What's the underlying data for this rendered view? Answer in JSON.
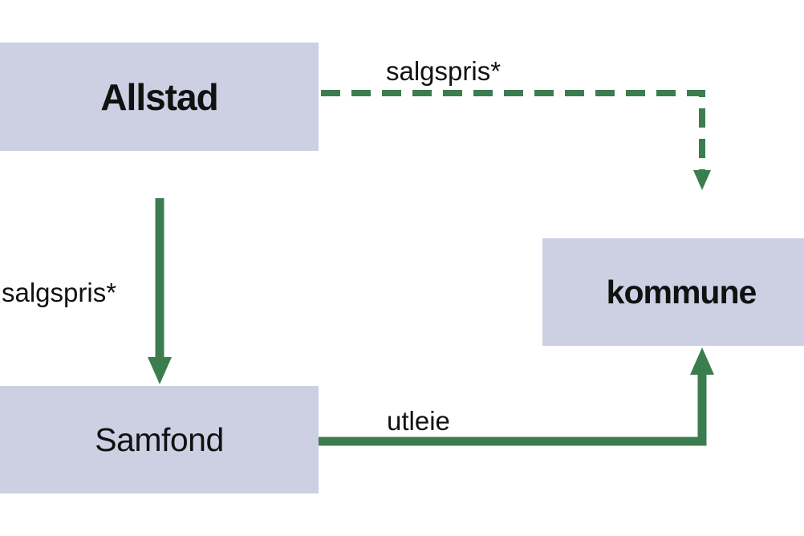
{
  "nodes": {
    "allstad": {
      "label": "Allstad"
    },
    "samfond": {
      "label": "Samfond"
    },
    "kommune": {
      "label": "kommune"
    }
  },
  "edges": {
    "allstad_to_kommune": {
      "label": "salgspris*",
      "style": "dashed"
    },
    "allstad_to_samfond": {
      "label": "salgspris*",
      "style": "solid"
    },
    "samfond_to_kommune": {
      "label": "utleie",
      "style": "solid"
    }
  },
  "colors": {
    "box_fill": "#cdd0e3",
    "arrow": "#3c7d4f",
    "text": "#111111"
  }
}
